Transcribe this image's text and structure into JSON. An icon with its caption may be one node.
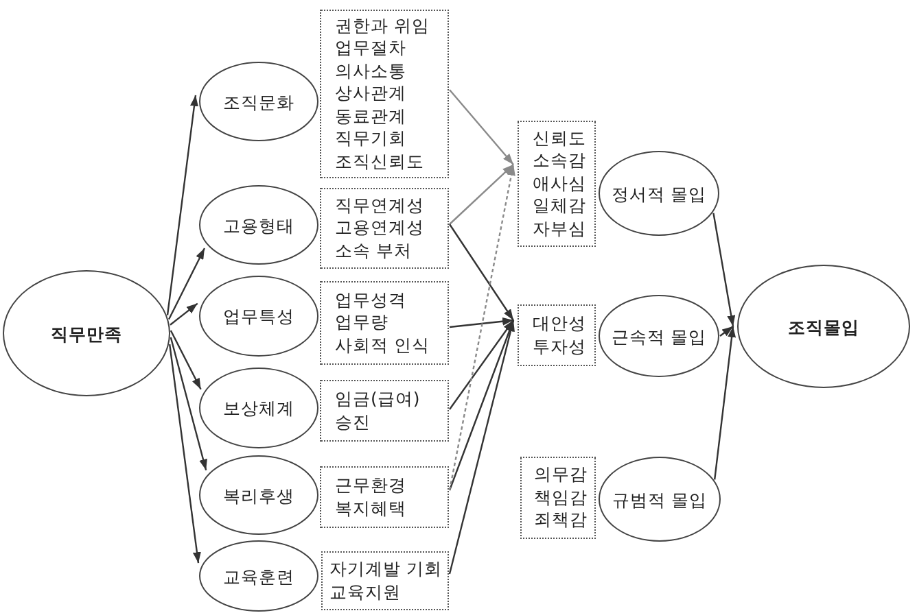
{
  "diagram": {
    "nodes": [
      {
        "text": [
          "직무만족"
        ]
      },
      {
        "text": [
          "조직문화"
        ]
      },
      {
        "text": [
          "고용형태"
        ]
      },
      {
        "text": [
          "업무특성"
        ]
      },
      {
        "text": [
          "보상체계"
        ]
      },
      {
        "text": [
          "복리후생"
        ]
      },
      {
        "text": [
          "교육훈련"
        ]
      },
      {
        "text": [
          "권한과 위임",
          "업무절차",
          "의사소통",
          "상사관계",
          "동료관계",
          "직무기회",
          "조직신뢰도"
        ]
      },
      {
        "text": [
          "직무연계성",
          "고용연계성",
          "소속 부처"
        ]
      },
      {
        "text": [
          "업무성격",
          "업무량",
          "사회적 인식"
        ]
      },
      {
        "text": [
          "임금(급여)",
          "승진"
        ]
      },
      {
        "text": [
          "근무환경",
          "복지혜택"
        ]
      },
      {
        "text": [
          "자기계발 기회",
          "교육지원"
        ]
      },
      {
        "text": [
          "신뢰도",
          "소속감",
          "애사심",
          "일체감",
          "자부심"
        ]
      },
      {
        "text": [
          "대안성",
          "투자성"
        ]
      },
      {
        "text": [
          "의무감",
          "책임감",
          "죄책감"
        ]
      },
      {
        "text": [
          "정서적 몰입"
        ]
      },
      {
        "text": [
          "근속적 몰입"
        ]
      },
      {
        "text": [
          "규범적 몰입"
        ]
      },
      {
        "text": [
          "조직몰입"
        ]
      }
    ],
    "edges": [
      {
        "from": 0,
        "to": 1,
        "arrow": "to"
      },
      {
        "from": 0,
        "to": 2,
        "arrow": "to"
      },
      {
        "from": 0,
        "to": 3,
        "arrow": "to"
      },
      {
        "from": 0,
        "to": 4,
        "arrow": "to"
      },
      {
        "from": 0,
        "to": 5,
        "arrow": "to"
      },
      {
        "from": 0,
        "to": 6,
        "arrow": "to"
      },
      {
        "from": 7,
        "to": 13,
        "arrow": "to",
        "color": "#8a8a8a"
      },
      {
        "from": 8,
        "to": 13,
        "arrow": "to",
        "color": "#8a8a8a"
      },
      {
        "from": 8,
        "to": 14,
        "arrow": "to"
      },
      {
        "from": 9,
        "to": 14,
        "arrow": "to"
      },
      {
        "from": 10,
        "to": 14,
        "arrow": "to"
      },
      {
        "from": 11,
        "to": 14,
        "arrow": "to"
      },
      {
        "from": 11,
        "to": 13,
        "arrow": "to",
        "style": "dashed",
        "color": "#8a8a8a"
      },
      {
        "from": 12,
        "to": 14,
        "arrow": "to"
      },
      {
        "from": 16,
        "to": 19,
        "arrow": "to"
      },
      {
        "from": 17,
        "to": 19,
        "arrow": "to"
      },
      {
        "from": 18,
        "to": 19,
        "arrow": "to"
      }
    ]
  }
}
